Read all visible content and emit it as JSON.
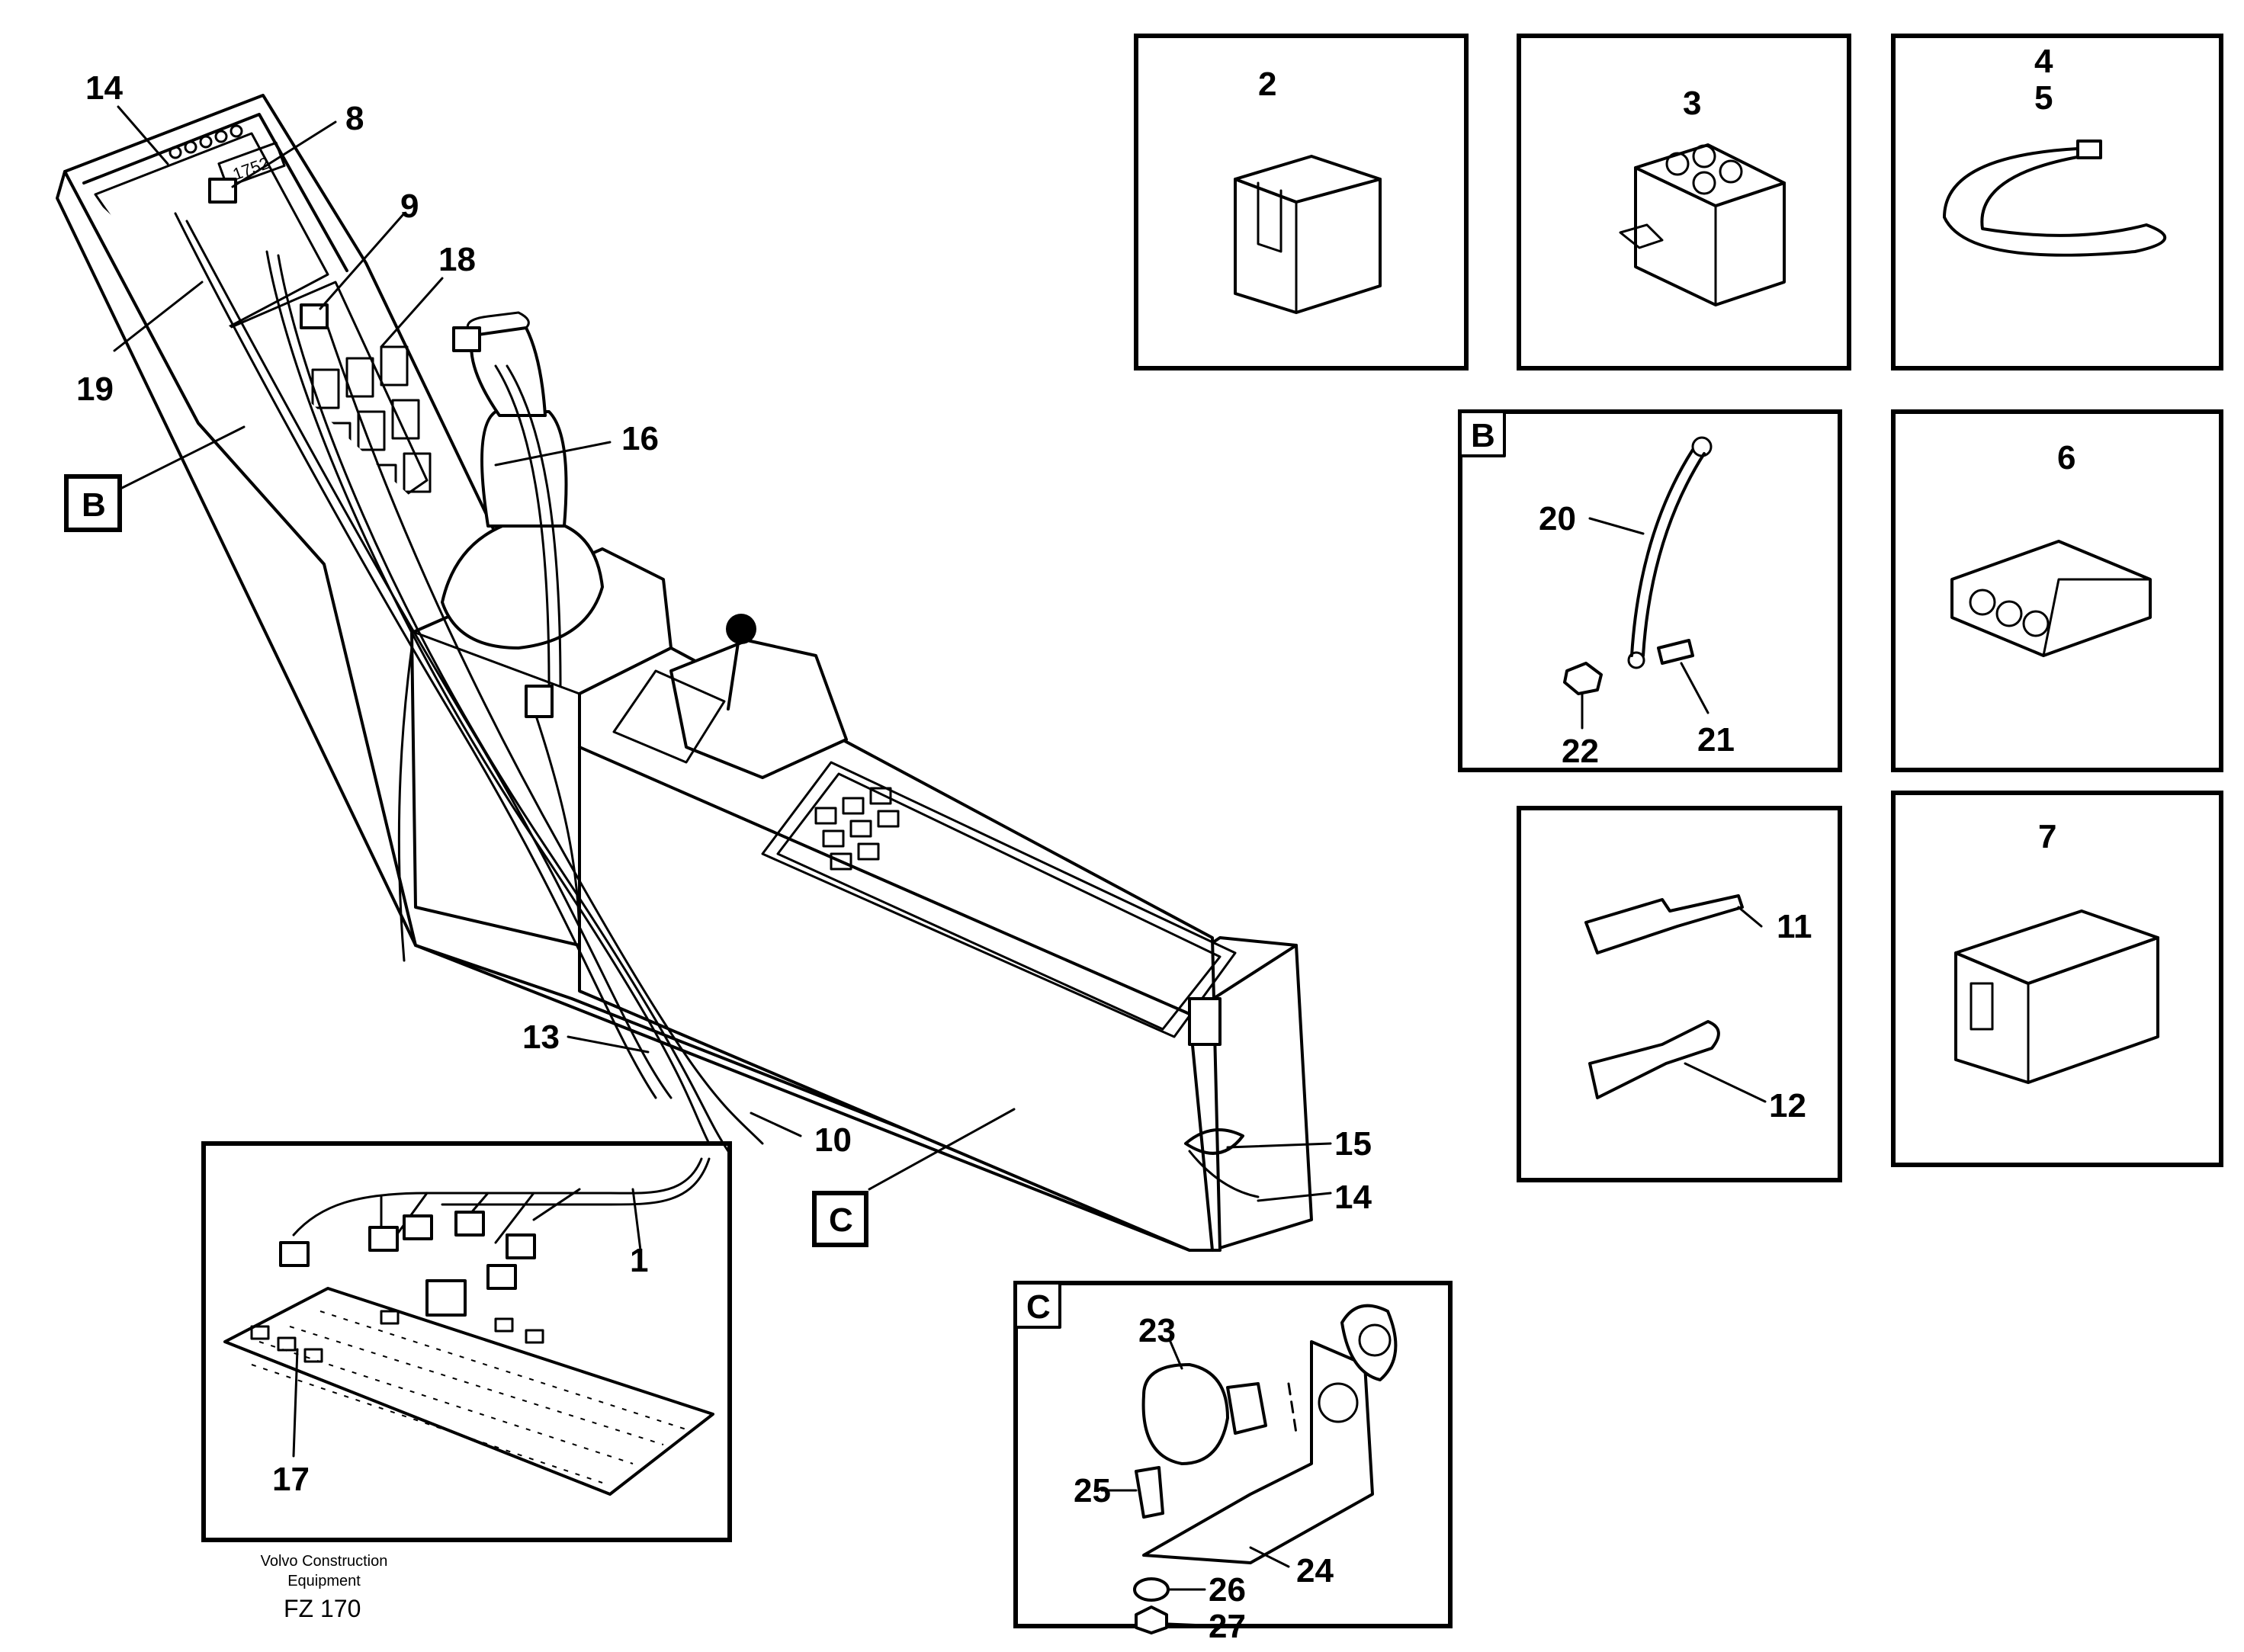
{
  "callouts": {
    "c1": "1",
    "c2": "2",
    "c3": "3",
    "c4": "4",
    "c5": "5",
    "c6": "6",
    "c7": "7",
    "c8": "8",
    "c9": "9",
    "c10": "10",
    "c11": "11",
    "c12": "12",
    "c13": "13",
    "c14a": "14",
    "c14b": "14",
    "c15": "15",
    "c16": "16",
    "c17": "17",
    "c18": "18",
    "c19": "19",
    "c20": "20",
    "c21": "21",
    "c22": "22",
    "c23": "23",
    "c24": "24",
    "c25": "25",
    "c26": "26",
    "c27": "27"
  },
  "detail_tags": {
    "b_main": "B",
    "c_main": "C",
    "b_detail": "B",
    "c_detail": "C"
  },
  "display_readout": "1752",
  "footer": {
    "credit_line1": "Volvo Construction",
    "credit_line2": "Equipment",
    "figure_code": "FZ 170"
  }
}
